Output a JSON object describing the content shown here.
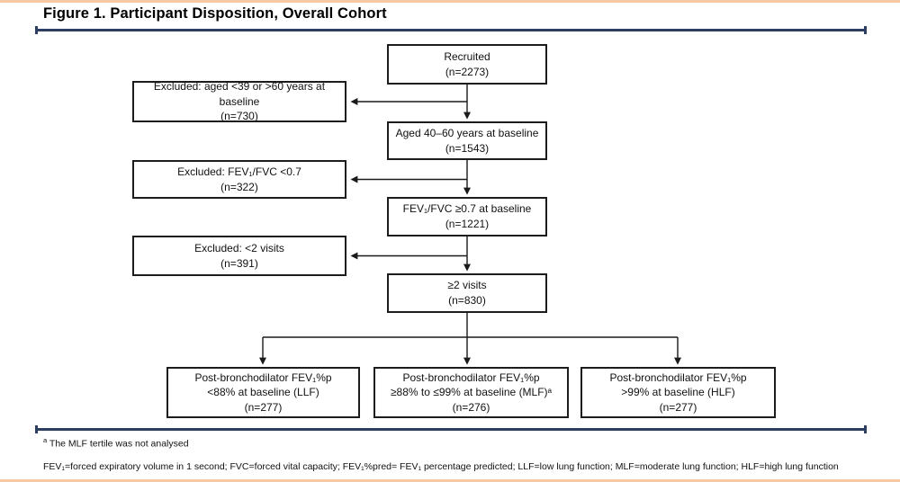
{
  "title": "Figure 1. Participant Disposition, Overall Cohort",
  "flow": {
    "main_boxes": [
      {
        "lines": [
          "Recruited",
          "(n=2273)"
        ]
      },
      {
        "lines": [
          "Aged 40–60 years at baseline",
          "(n=1543)"
        ]
      },
      {
        "lines": [
          "FEV₁/FVC ≥0.7 at baseline",
          "(n=1221)"
        ]
      },
      {
        "lines": [
          "≥2 visits",
          "(n=830)"
        ]
      }
    ],
    "excluded_boxes": [
      {
        "lines": [
          "Excluded: aged <39 or >60 years at baseline",
          "(n=730)"
        ]
      },
      {
        "lines": [
          "Excluded: FEV₁/FVC <0.7",
          "(n=322)"
        ]
      },
      {
        "lines": [
          "Excluded: <2 visits",
          "(n=391)"
        ]
      }
    ],
    "outcome_boxes": [
      {
        "lines": [
          "Post-bronchodilator FEV₁%p",
          "<88% at baseline (LLF)",
          "(n=277)"
        ]
      },
      {
        "lines": [
          "Post-bronchodilator FEV₁%p",
          "≥88% to ≤99% at baseline (MLF)ᵃ",
          "(n=276)"
        ]
      },
      {
        "lines": [
          "Post-bronchodilator FEV₁%p",
          ">99% at baseline (HLF)",
          "(n=277)"
        ]
      }
    ]
  },
  "footnotes": {
    "note_a_marker": "a",
    "note_a_text": "The MLF tertile was not analysed",
    "abbreviations": "FEV₁=forced expiratory volume in 1 second; FVC=forced vital capacity; FEV₁%pred= FEV₁ percentage predicted; LLF=low lung function; MLF=moderate lung function; HLF=high lung function"
  },
  "colors": {
    "frame_band": "#f6c8a4",
    "rule": "#2c3e63",
    "box_border": "#1c1c1c",
    "text": "#111111"
  }
}
